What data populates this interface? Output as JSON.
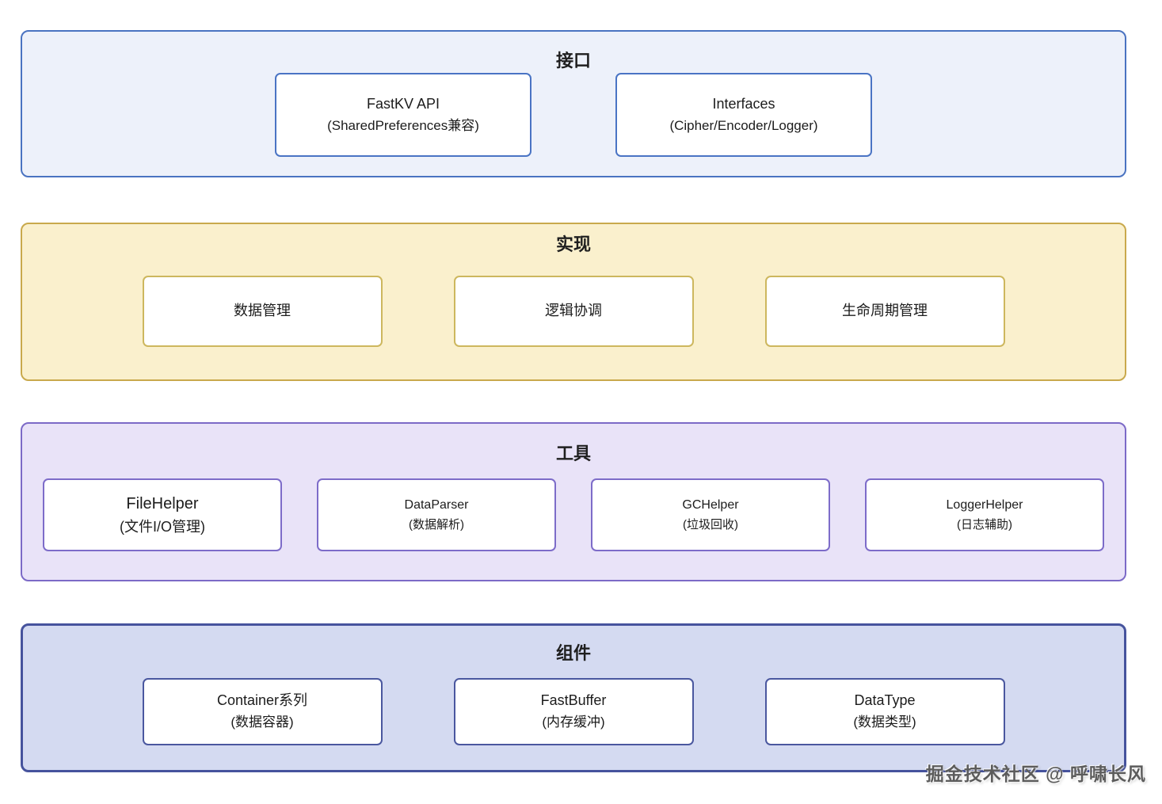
{
  "page_background": "#ffffff",
  "watermark": "掘金技术社区 @ 呼啸长风",
  "layers": [
    {
      "title": "接口",
      "bg": "#edf1fa",
      "border": "#4a73c1",
      "box_border": "#4a74c4",
      "boxes": [
        {
          "name": "FastKV API",
          "desc": "(SharedPreferences兼容)"
        },
        {
          "name": "Interfaces",
          "desc": "(Cipher/Encoder/Logger)"
        }
      ]
    },
    {
      "title": "实现",
      "bg": "#faf0cd",
      "border": "#c9a94c",
      "box_border": "#cdb75e",
      "boxes": [
        {
          "name": "数据管理"
        },
        {
          "name": "逻辑协调"
        },
        {
          "name": "生命周期管理"
        }
      ]
    },
    {
      "title": "工具",
      "bg": "#e9e3f8",
      "border": "#7c6ac7",
      "box_border": "#7d6cc9",
      "boxes": [
        {
          "name": "FileHelper",
          "desc": "(文件I/O管理)"
        },
        {
          "name": "DataParser",
          "desc": "(数据解析)"
        },
        {
          "name": "GCHelper",
          "desc": "(垃圾回收)"
        },
        {
          "name": "LoggerHelper",
          "desc": "(日志辅助)"
        }
      ]
    },
    {
      "title": "组件",
      "bg": "#d4daf1",
      "border": "#46539d",
      "box_border": "#4a579f",
      "boxes": [
        {
          "name": "Container系列",
          "desc": "(数据容器)"
        },
        {
          "name": "FastBuffer",
          "desc": "(内存缓冲)"
        },
        {
          "name": "DataType",
          "desc": "(数据类型)"
        }
      ]
    }
  ]
}
